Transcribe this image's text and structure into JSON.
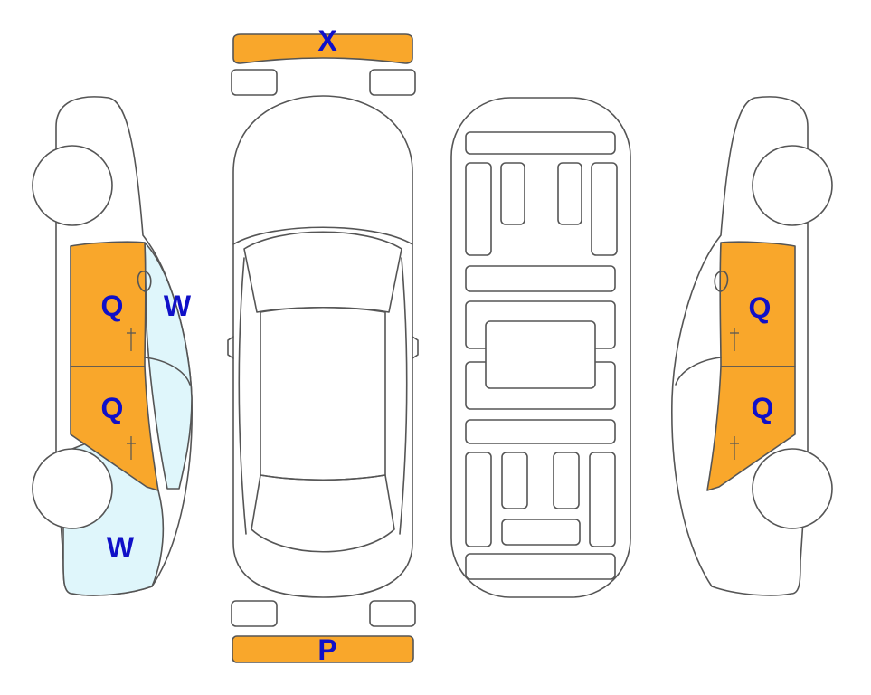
{
  "colors": {
    "damage_orange": "#f9a72b",
    "damage_light_blue": "#dff6fb",
    "label_blue": "#1010c8"
  },
  "labels": {
    "front_bumper": "X",
    "rear_bumper": "P",
    "left_front_door": "Q",
    "left_rear_door": "Q",
    "left_front_glass": "W",
    "left_rear_fender": "W",
    "right_front_door": "Q",
    "right_rear_door": "Q"
  }
}
